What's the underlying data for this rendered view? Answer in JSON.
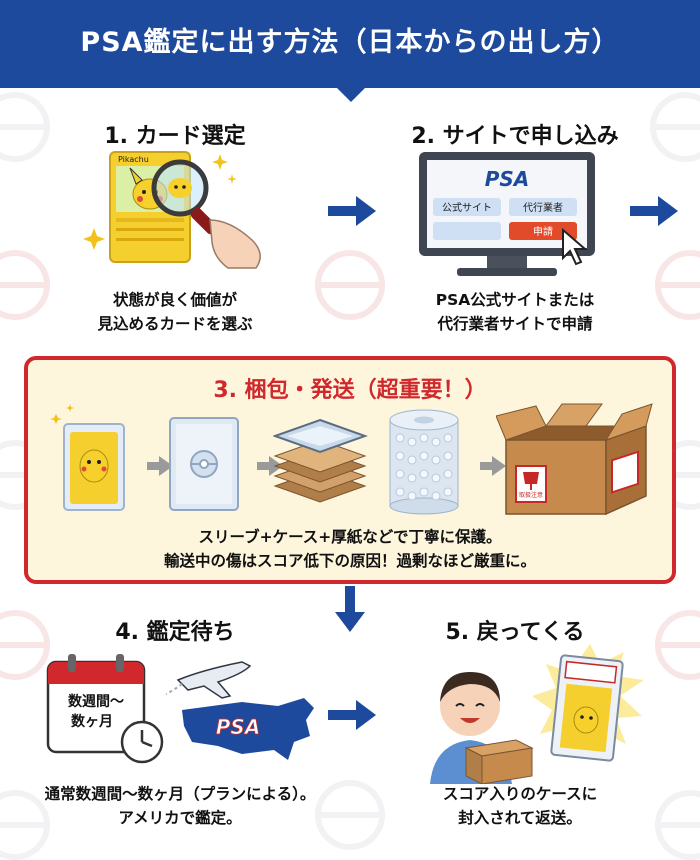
{
  "header": {
    "title": "PSA鑑定に出す方法（日本からの出し方）"
  },
  "steps": [
    {
      "title": "1. カード選定",
      "caption_lines": [
        "状態が良く価値が",
        "見込めるカードを選ぶ"
      ],
      "card_name": "Pikachu"
    },
    {
      "title": "2. サイトで申し込み",
      "caption_lines": [
        "PSA公式サイトまたは",
        "代行業者サイトで申請"
      ],
      "logo": "PSA",
      "buttons": [
        "公式サイト",
        "代行業者",
        "",
        "申請"
      ]
    },
    {
      "title": "3. 梱包・発送（超重要！）",
      "caption_lines": [
        "スリーブ+ケース+厚紙などで丁寧に保護。",
        "輸送中の傷はスコア低下の原因！過剰なほど厳重に。"
      ],
      "box_label": "取扱注意"
    },
    {
      "title": "4. 鑑定待ち",
      "caption_lines": [
        "通常数週間〜数ヶ月（プランによる）。",
        "アメリカで鑑定。"
      ],
      "calendar_lines": [
        "数週間〜",
        "数ヶ月"
      ],
      "map_label": "PSA"
    },
    {
      "title": "5. 戻ってくる",
      "caption_lines": [
        "スコア入りのケースに",
        "封入されて返送。"
      ]
    }
  ],
  "colors": {
    "brand": "#1d4a9c",
    "accent_red": "#d0282d",
    "pack_bg": "#fdf6dc",
    "pikachu": "#f7d02c"
  },
  "icons": [
    "magnifier-icon",
    "computer-monitor-icon",
    "cursor-icon",
    "sleeve-icon",
    "case-icon",
    "cardboard-stack-icon",
    "bubble-wrap-icon",
    "shipping-box-icon",
    "calendar-icon",
    "clock-icon",
    "airplane-icon",
    "usa-map-icon",
    "person-icon",
    "graded-slab-icon"
  ]
}
